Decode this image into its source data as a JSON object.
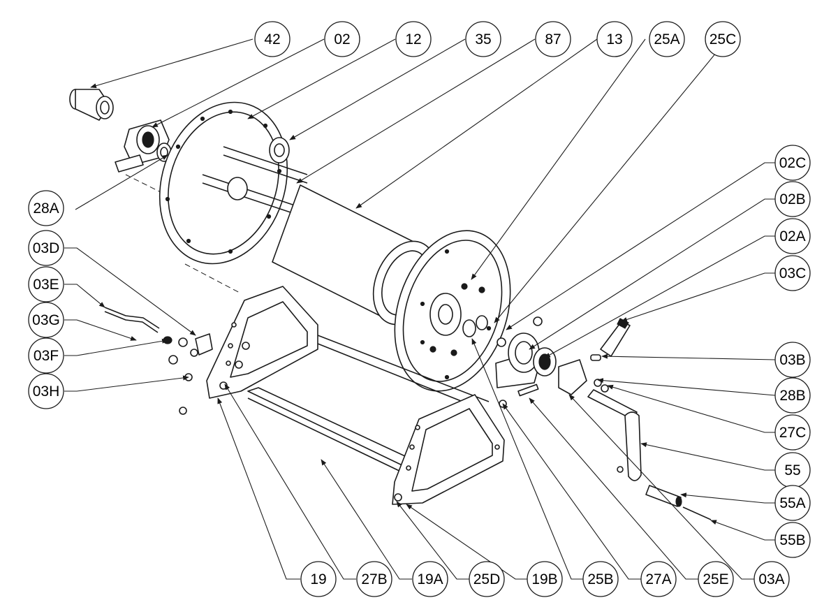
{
  "callouts": {
    "c42": "42",
    "c02": "02",
    "c12": "12",
    "c35": "35",
    "c87": "87",
    "c13": "13",
    "c25A": "25A",
    "c25C": "25C",
    "c28A": "28A",
    "c03D": "03D",
    "c03E": "03E",
    "c03G": "03G",
    "c03F": "03F",
    "c03H": "03H",
    "c02C": "02C",
    "c02B": "02B",
    "c02A": "02A",
    "c03C": "03C",
    "c03B": "03B",
    "c28B": "28B",
    "c27C": "27C",
    "c55": "55",
    "c55A": "55A",
    "c55B": "55B",
    "c19": "19",
    "c27B": "27B",
    "c19A": "19A",
    "c25D": "25D",
    "c19B": "19B",
    "c25B": "25B",
    "c27A": "27A",
    "c25E": "25E",
    "c03A": "03A"
  }
}
